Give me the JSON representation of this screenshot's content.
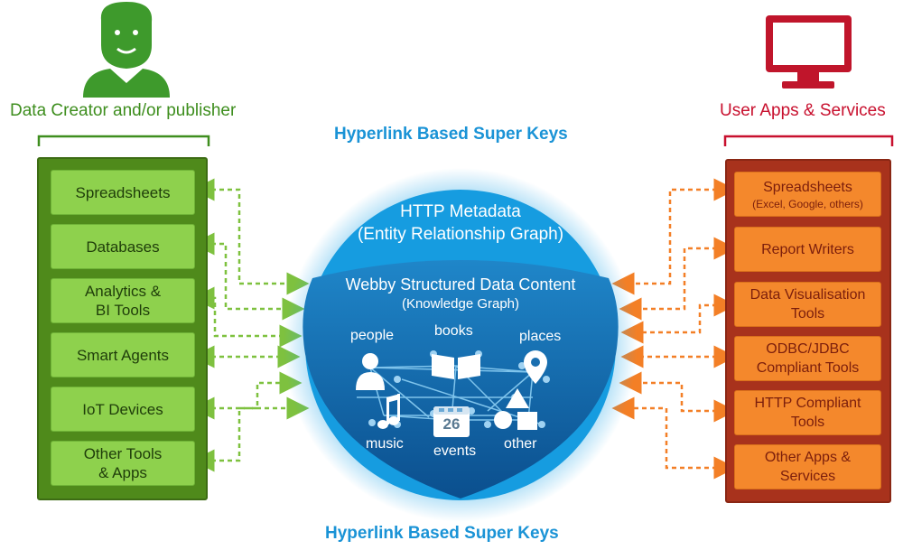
{
  "top_title": "Hyperlink Based Super Keys",
  "bottom_title": "Hyperlink Based Super Keys",
  "left": {
    "caption": "Data Creator and/or publisher",
    "icon": "person-icon",
    "color": "#4f8a1b",
    "items": [
      {
        "lines": [
          "Spreadsheets"
        ]
      },
      {
        "lines": [
          "Databases"
        ]
      },
      {
        "lines": [
          "Analytics &",
          "BI Tools"
        ]
      },
      {
        "lines": [
          "Smart Agents"
        ]
      },
      {
        "lines": [
          "IoT Devices"
        ]
      },
      {
        "lines": [
          "Other Tools",
          "& Apps"
        ]
      }
    ]
  },
  "right": {
    "caption": "User Apps & Services",
    "icon": "monitor-icon",
    "color": "#a8321c",
    "items": [
      {
        "lines": [
          "Spreadsheets"
        ],
        "sub": "(Excel, Google, others)"
      },
      {
        "lines": [
          "Report Writers"
        ]
      },
      {
        "lines": [
          "Data Visualisation",
          "Tools"
        ]
      },
      {
        "lines": [
          "ODBC/JDBC",
          "Compliant Tools"
        ]
      },
      {
        "lines": [
          "HTTP Compliant",
          "Tools"
        ]
      },
      {
        "lines": [
          "Other Apps &",
          "Services"
        ]
      }
    ]
  },
  "center": {
    "outer_title": "HTTP Metadata",
    "outer_subtitle": "(Entity Relationship Graph)",
    "inner_title": "Webby Structured Data Content",
    "inner_subtitle": "(Knowledge Graph)",
    "nodes": {
      "people": "people",
      "books": "books",
      "places": "places",
      "music": "music",
      "events": "events",
      "other": "other"
    },
    "calendar_day": "26"
  },
  "colors": {
    "accent_blue": "#1a93d6",
    "left_green": "#3e8e1e",
    "right_red": "#c8102e"
  }
}
